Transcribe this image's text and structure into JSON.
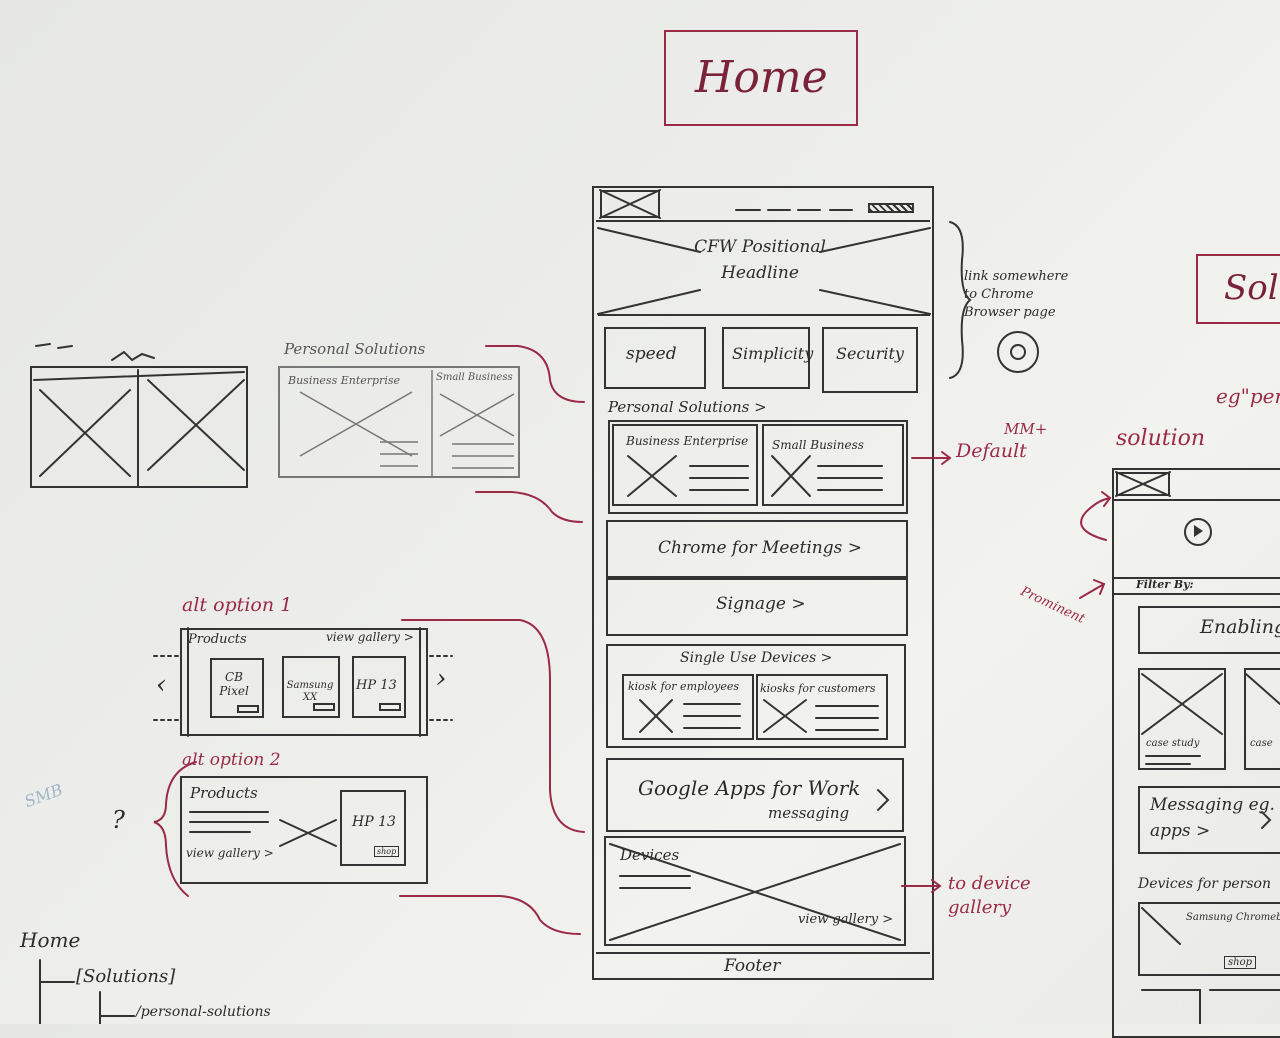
{
  "home_title": "Home",
  "phone": {
    "hero_headline": "CFW Positional Headline",
    "pillars": [
      "speed",
      "Simplicity",
      "Security"
    ],
    "personal_solutions_label": "Personal Solutions >",
    "personal_cards": [
      "Business Enterprise",
      "Small Business"
    ],
    "chrome_meetings": "Chrome for Meetings >",
    "signage": "Signage >",
    "single_use_devices": "Single Use Devices >",
    "kiosk_cards": [
      "kiosk for employees",
      "kiosks for customers"
    ],
    "google_apps": "Google Apps for Work",
    "messaging": "messaging",
    "devices": "Devices",
    "view_gallery": "view gallery >",
    "footer": "Footer"
  },
  "notes": {
    "link_note": "link somewhere to Chrome Browser page",
    "mm_note": "MM+",
    "default_note": "Default",
    "device_gallery_note": "to device gallery",
    "prominent_note": "Prominent",
    "alt_option_1": "alt option 1",
    "alt_option_2": "alt option 2",
    "question": "?"
  },
  "left_sketches": {
    "personal_solutions": "Personal Solutions",
    "business_enterprise": "Business Enterprise",
    "small_business": "Small Business",
    "products": "Products",
    "view_gallery": "view gallery >",
    "cards": [
      "CB Pixel",
      "Samsung XX",
      "HP 13"
    ],
    "alt2_products": "Products",
    "alt2_hp": "HP 13",
    "alt2_view": "view gallery >",
    "shop": "shop",
    "smb": "SMB"
  },
  "sitemap": {
    "home": "Home",
    "solutions": "[Solutions]",
    "personal": "/personal-solutions"
  },
  "right_sketch": {
    "title_partial": "Solu",
    "eg": "eg\"per",
    "solution": "solution",
    "filter_by": "Filter By:",
    "enabling": "Enabling",
    "case_study": "case study",
    "case_partial": "case",
    "messaging": "Messaging eg. apps >",
    "devices_for": "Devices for person",
    "samsung": "Samsung Chromebook",
    "shop": "shop"
  },
  "colors": {
    "ink": "#2b2b2b",
    "red_marker": "#9a2a45",
    "whiteboard": "#eceeea"
  }
}
